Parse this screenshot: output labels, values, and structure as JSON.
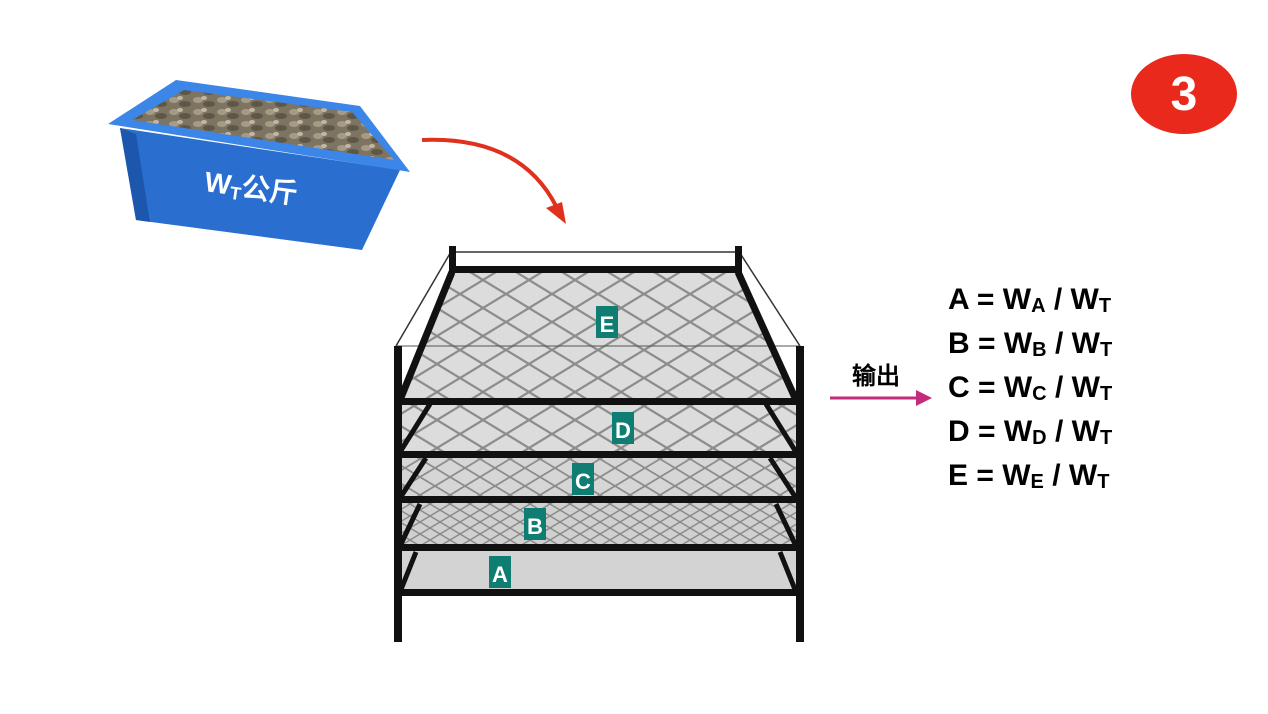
{
  "step": {
    "number": "3",
    "color": "#e8291c"
  },
  "container": {
    "label_main": "W",
    "label_sub": "T",
    "label_unit": "公斤",
    "color": "#2a6fd0"
  },
  "output": {
    "label": "输出",
    "arrow_color": "#c42b7a"
  },
  "feed_arrow_color": "#e0301e",
  "shelves": [
    {
      "label": "E"
    },
    {
      "label": "D"
    },
    {
      "label": "C"
    },
    {
      "label": "B"
    },
    {
      "label": "A"
    }
  ],
  "label_color": "#0f7d72",
  "formulas": [
    {
      "lhs": "A = W",
      "sub1": "A",
      "mid": " / W",
      "sub2": "T"
    },
    {
      "lhs": "B = W",
      "sub1": "B",
      "mid": " / W",
      "sub2": "T"
    },
    {
      "lhs": "C = W",
      "sub1": "C",
      "mid": " / W",
      "sub2": "T"
    },
    {
      "lhs": "D = W",
      "sub1": "D",
      "mid": " / W",
      "sub2": "T"
    },
    {
      "lhs": "E = W",
      "sub1": "E",
      "mid": " / W",
      "sub2": "T"
    }
  ]
}
